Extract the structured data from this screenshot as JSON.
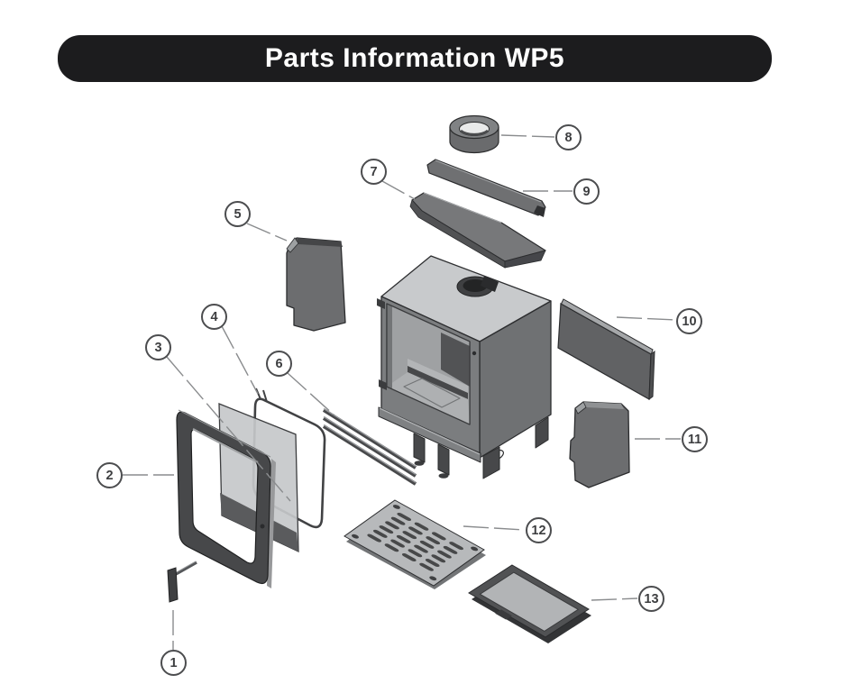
{
  "title": "Parts Information WP5",
  "callouts": [
    {
      "label": "1"
    },
    {
      "label": "2"
    },
    {
      "label": "3"
    },
    {
      "label": "4"
    },
    {
      "label": "5"
    },
    {
      "label": "6"
    },
    {
      "label": "7"
    },
    {
      "label": "8"
    },
    {
      "label": "9"
    },
    {
      "label": "10"
    },
    {
      "label": "11"
    },
    {
      "label": "12"
    },
    {
      "label": "13"
    }
  ],
  "colors": {
    "banner_bg": "#1c1c1e",
    "banner_text": "#ffffff",
    "leader_line": "#8a8c8e",
    "part_outline": "#2d2e30"
  }
}
